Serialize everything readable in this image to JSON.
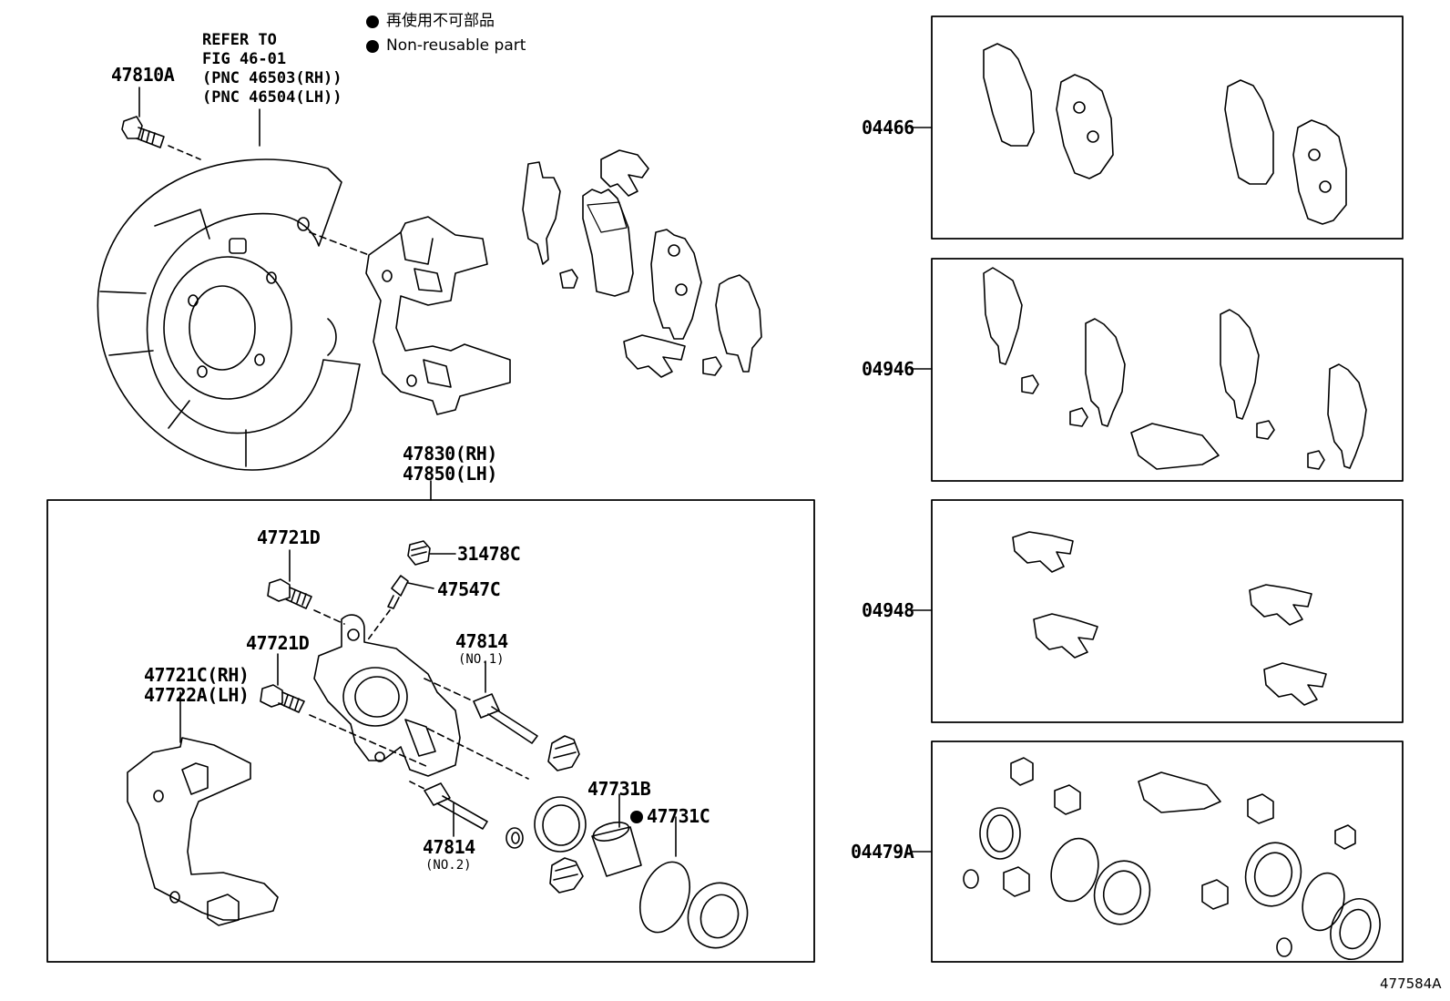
{
  "legend": {
    "jp": "再使用不可部品",
    "en": "Non-reusable part"
  },
  "refer_note": [
    "REFER TO",
    "FIG 46-01",
    "(PNC 46503(RH))",
    "(PNC 46504(LH))"
  ],
  "labels": {
    "p47810A": "47810A",
    "p47830": "47830(RH)",
    "p47850": "47850(LH)",
    "p47721D_a": "47721D",
    "p47721D_b": "47721D",
    "p47721C": "47721C(RH)",
    "p47722A": "47722A(LH)",
    "p31478C": "31478C",
    "p47547C": "47547C",
    "p47814_1": "47814",
    "p47814_1_sub": "(NO.1)",
    "p47814_2": "47814",
    "p47814_2_sub": "(NO.2)",
    "p47731B": "47731B",
    "p47731C": "47731C",
    "k04466": "04466",
    "k04946": "04946",
    "k04948": "04948",
    "k04479A": "04479A"
  },
  "document_id": "477584A"
}
